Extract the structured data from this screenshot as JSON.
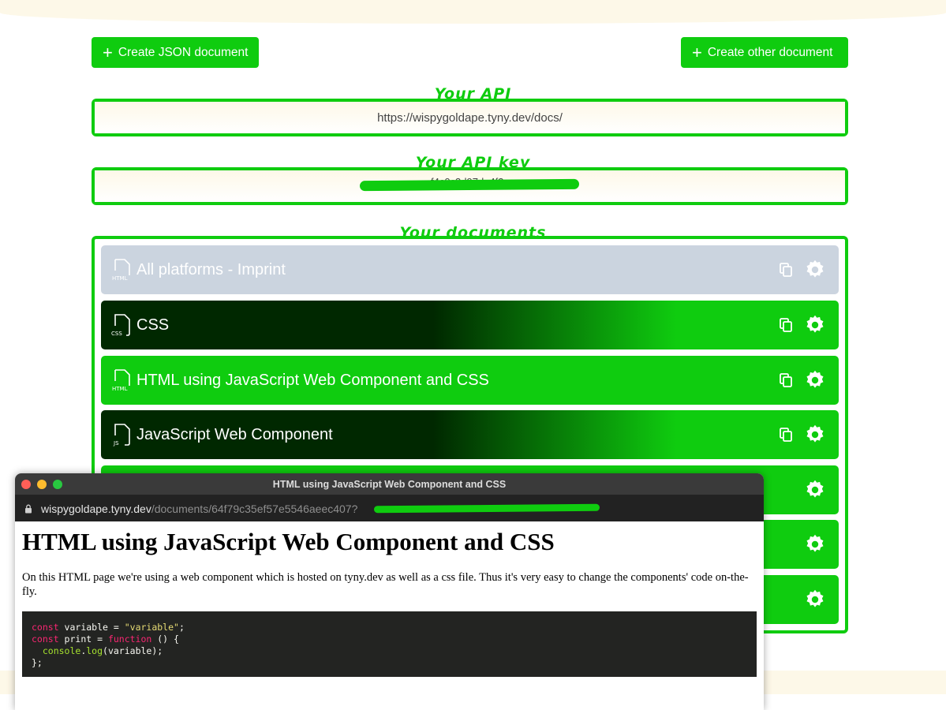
{
  "buttons": {
    "create_json": "Create JSON document",
    "create_other": "Create other document"
  },
  "api": {
    "legend": "Your API",
    "url": "https://wispygoldape.tyny.dev/docs/"
  },
  "api_key": {
    "legend": "Your API key",
    "value": "f4c0c3d97de4f3c"
  },
  "documents": {
    "legend": "Your documents",
    "items": [
      {
        "label": "All platforms - Imprint",
        "badge": "HTML"
      },
      {
        "label": "CSS",
        "badge": "CSS"
      },
      {
        "label": "HTML using JavaScript Web Component and CSS",
        "badge": "HTML"
      },
      {
        "label": "JavaScript Web Component",
        "badge": "JS"
      }
    ]
  },
  "browser": {
    "title": "HTML using JavaScript Web Component and CSS",
    "url_host": "wispygoldape.tyny.dev",
    "url_path": "/documents/64f79c35ef57e5546aeec407?",
    "heading": "HTML using JavaScript Web Component and CSS",
    "paragraph": "On this HTML page we're using a web component which is hosted on tyny.dev as well as a css file. Thus it's very easy to change the components' code on-the-fly.",
    "code_lines": {
      "l1_kw": "const",
      "l1_rest": " variable = ",
      "l1_str": "\"variable\"",
      "l1_end": ";",
      "l2_kw": "const",
      "l2_rest": " print = ",
      "l2_kw2": "function",
      "l2_end": " () {",
      "l3_fn": "  console",
      "l3_dot": ".",
      "l3_fn2": "log",
      "l3_end": "(variable);",
      "l4": "};"
    }
  },
  "colors": {
    "accent": "#0fcc0f",
    "dark": "#002800",
    "grey_row": "#cbd4df",
    "band": "#fdf8e8"
  }
}
